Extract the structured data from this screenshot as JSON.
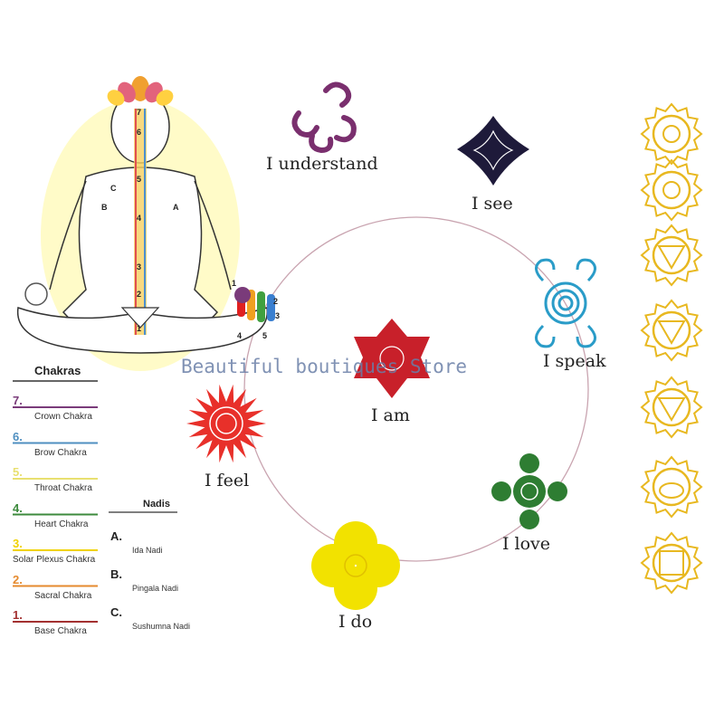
{
  "cycle": {
    "labels": [
      "I understand",
      "I see",
      "I speak",
      "I am",
      "I feel",
      "I love",
      "I do"
    ]
  },
  "watermark": "Beautiful boutiques Store",
  "chakras": {
    "title": "Chakras",
    "items": [
      {
        "num": "7.",
        "name": "Crown Chakra",
        "color": "#7a3b7a"
      },
      {
        "num": "6.",
        "name": "Brow Chakra",
        "color": "#4f8fc0"
      },
      {
        "num": "5.",
        "name": "Throat Chakra",
        "color": "#e8e070"
      },
      {
        "num": "4.",
        "name": "Heart Chakra",
        "color": "#3c8a3c"
      },
      {
        "num": "3.",
        "name": "Solar Plexus Chakra",
        "color": "#f0d200"
      },
      {
        "num": "2.",
        "name": "Sacral Chakra",
        "color": "#e58a2e"
      },
      {
        "num": "1.",
        "name": "Base Chakra",
        "color": "#a33030"
      }
    ]
  },
  "nadis": {
    "title": "Nadis",
    "items": [
      {
        "letter": "A.",
        "name": "Ida Nadi"
      },
      {
        "letter": "B.",
        "name": "Pingala Nadi"
      },
      {
        "letter": "C.",
        "name": "Sushumna Nadi"
      }
    ]
  },
  "figure": {
    "spine_numbers": [
      "7",
      "6",
      "5",
      "4",
      "3",
      "2",
      "1"
    ],
    "nadi_letters": [
      "C",
      "B",
      "A"
    ],
    "finger_numbers": [
      "1",
      "2",
      "3",
      "4",
      "5"
    ]
  },
  "colors": {
    "crown": "#7a2f6e",
    "brow": "#1e1a3a",
    "throat": "#2a9cc8",
    "heart": "#c8202a",
    "solar": "#e8302a",
    "love": "#2e7d32",
    "root": "#f2e200",
    "gold": "#e8b820",
    "circle": "#c9a4b0"
  }
}
